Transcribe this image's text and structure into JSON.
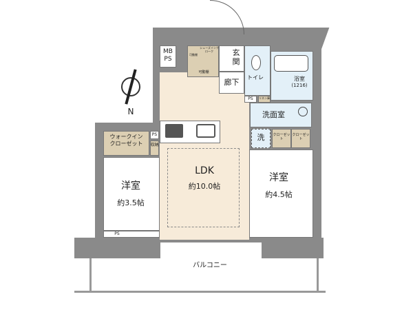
{
  "rooms": {
    "mbps": "MB\nPS",
    "shoes_closet": "シューズインクローク",
    "shelf1": "可動棚",
    "shelf2": "可動棚",
    "entrance": "玄関",
    "hallway": "廊下",
    "toilet": "トイレ",
    "bath": "浴室",
    "bath_size": "(1216)",
    "ps1": "PS",
    "linen": "リネン庫",
    "washroom": "洗面室",
    "washer": "洗",
    "closet1": "クローゼット",
    "closet2": "クローゼット",
    "wic": "ウォークイン\nクローゼット",
    "ps2": "PS",
    "storage": "収納",
    "ldk": "LDK",
    "ldk_size": "約10.0帖",
    "room1": "洋室",
    "room1_size": "約3.5帖",
    "room2": "洋室",
    "room2_size": "約4.5帖",
    "ps3": "PS",
    "balcony": "バルコニー"
  },
  "compass": {
    "north": "N"
  }
}
